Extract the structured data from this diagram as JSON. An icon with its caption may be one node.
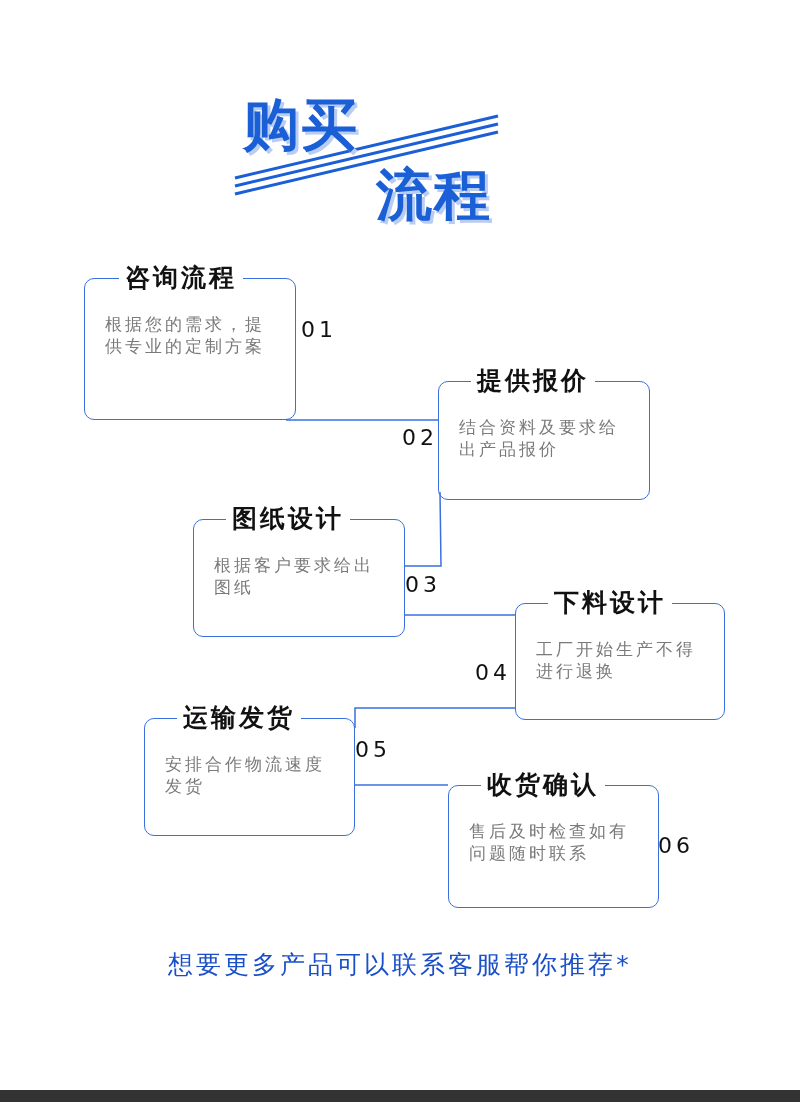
{
  "diagram": {
    "title": "购买流程",
    "caption": "想要更多产品可以联系客服帮你推荐*",
    "nodes": [
      {
        "text": [
          "咨询流程",
          "根据您的需求，提供专业的定制方案"
        ],
        "beside": [
          "01"
        ]
      },
      {
        "text": [
          "提供报价",
          "结合资料及要求给出产品报价"
        ],
        "beside": [
          "02"
        ]
      },
      {
        "text": [
          "图纸设计",
          "根据客户要求给出图纸"
        ],
        "beside": [
          "03"
        ]
      },
      {
        "text": [
          "下料设计",
          "工厂开始生产不得进行退换"
        ],
        "beside": [
          "04"
        ]
      },
      {
        "text": [
          "运输发货",
          "安排合作物流速度发货"
        ],
        "beside": [
          "05"
        ]
      },
      {
        "text": [
          "收货确认",
          "售后及时检查如有问题随时联系"
        ],
        "beside": [
          "06"
        ]
      }
    ],
    "edges": [
      {
        "from": 0,
        "to": 1,
        "arrow": "none"
      },
      {
        "from": 1,
        "to": 2,
        "arrow": "none"
      },
      {
        "from": 2,
        "to": 3,
        "arrow": "none"
      },
      {
        "from": 3,
        "to": 4,
        "arrow": "none"
      },
      {
        "from": 4,
        "to": 5,
        "arrow": "none"
      }
    ]
  }
}
